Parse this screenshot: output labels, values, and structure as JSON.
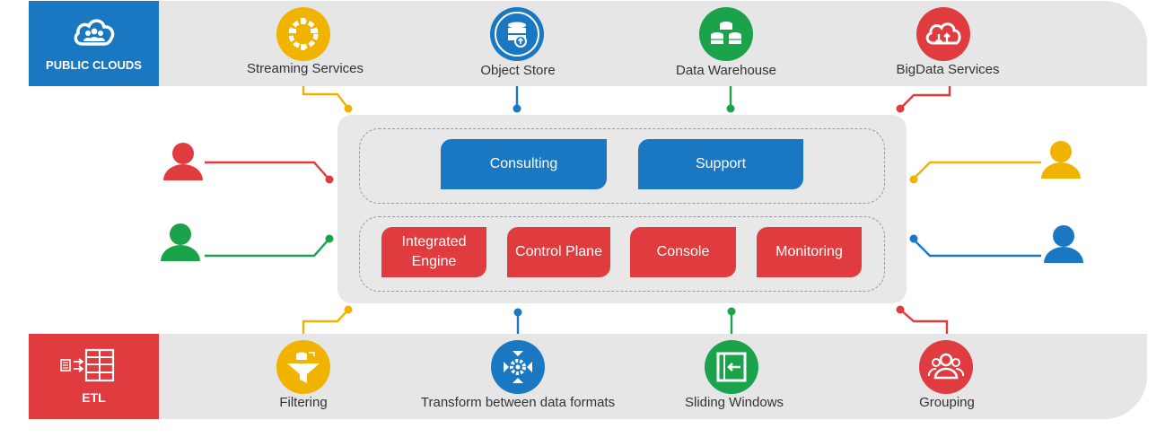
{
  "header": {
    "badge_label": "PUBLIC CLOUDS",
    "icon": "cloud-users-icon",
    "nodes": [
      {
        "label": "Streaming Services",
        "icon": "streaming-icon",
        "color": "#f0b400"
      },
      {
        "label": "Object Store",
        "icon": "object-store-icon",
        "color": "#1a78c2"
      },
      {
        "label": "Data Warehouse",
        "icon": "data-warehouse-icon",
        "color": "#1aa34a"
      },
      {
        "label": "BigData Services",
        "icon": "bigdata-cloud-icon",
        "color": "#e03c3f"
      }
    ]
  },
  "center": {
    "services": [
      {
        "label": "Consulting"
      },
      {
        "label": "Support"
      }
    ],
    "components": [
      {
        "label": "Integrated Engine"
      },
      {
        "label": "Control Plane"
      },
      {
        "label": "Console"
      },
      {
        "label": "Monitoring"
      }
    ]
  },
  "users": [
    {
      "icon": "user-icon",
      "color": "#e03c3f"
    },
    {
      "icon": "user-icon",
      "color": "#1aa34a"
    },
    {
      "icon": "user-icon",
      "color": "#f0b400"
    },
    {
      "icon": "user-icon",
      "color": "#1a78c2"
    }
  ],
  "footer": {
    "badge_label": "ETL",
    "icon": "etl-icon",
    "nodes": [
      {
        "label": "Filtering",
        "icon": "filter-funnel-icon",
        "color": "#f0b400"
      },
      {
        "label": "Transform between data formats",
        "icon": "transform-gears-icon",
        "color": "#1a78c2"
      },
      {
        "label": "Sliding Windows",
        "icon": "sliding-window-icon",
        "color": "#1aa34a"
      },
      {
        "label": "Grouping",
        "icon": "group-users-icon",
        "color": "#e03c3f"
      }
    ]
  }
}
